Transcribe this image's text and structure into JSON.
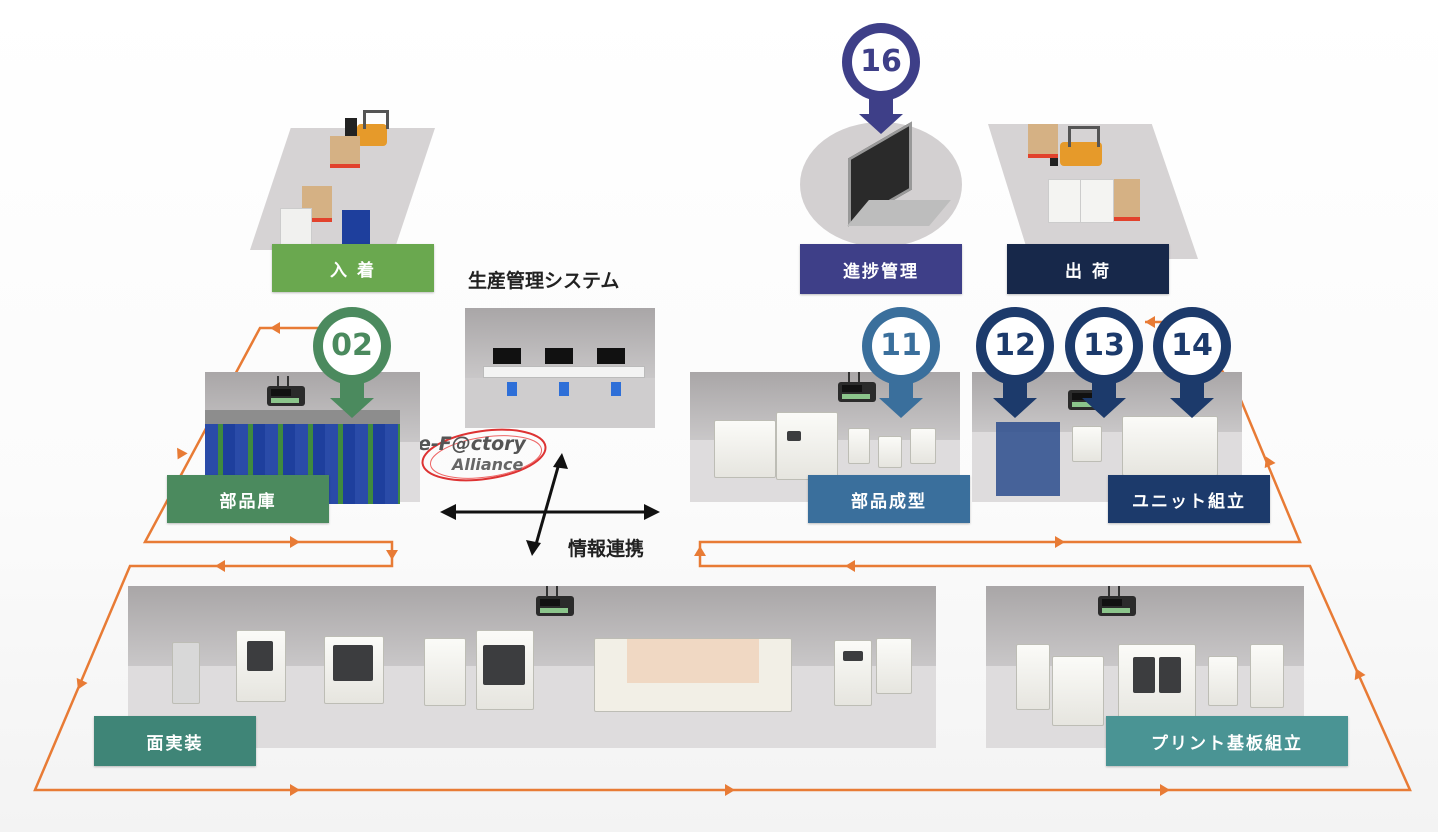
{
  "title": "生産管理システム",
  "info_link_label": "情報連携",
  "logo": {
    "line1": "e-F@ctory",
    "line2": "Alliance"
  },
  "colors": {
    "flow_arrow": "#e87b35",
    "green_label": "#6aa84f",
    "dark_green_label": "#4b8a5e",
    "teal_label": "#3f8577",
    "teal2_label": "#4a9494",
    "blue_label": "#3a6f9c",
    "navy_label": "#1c3a6b",
    "indigo_label": "#3e3f88",
    "dark_navy_label": "#17284a"
  },
  "areas": [
    {
      "id": "receiving",
      "label": "入 着"
    },
    {
      "id": "parts_warehouse",
      "label": "部品庫"
    },
    {
      "id": "progress_management",
      "label": "進捗管理"
    },
    {
      "id": "shipping",
      "label": "出 荷"
    },
    {
      "id": "parts_molding",
      "label": "部品成型"
    },
    {
      "id": "unit_assembly",
      "label": "ユニット組立"
    },
    {
      "id": "smt",
      "label": "面実装"
    },
    {
      "id": "pcb_assembly",
      "label": "プリント基板組立"
    }
  ],
  "pins": [
    {
      "number": "02",
      "target": "部品庫",
      "color": "#4b8a5e"
    },
    {
      "number": "16",
      "target": "進捗管理",
      "color": "#3e3f88"
    },
    {
      "number": "11",
      "target": "部品成型",
      "color": "#3a6f9c"
    },
    {
      "number": "12",
      "target": "ユニット組立",
      "color": "#1c3a6b"
    },
    {
      "number": "13",
      "target": "ユニット組立",
      "color": "#1c3a6b"
    },
    {
      "number": "14",
      "target": "ユニット組立",
      "color": "#1c3a6b"
    }
  ]
}
